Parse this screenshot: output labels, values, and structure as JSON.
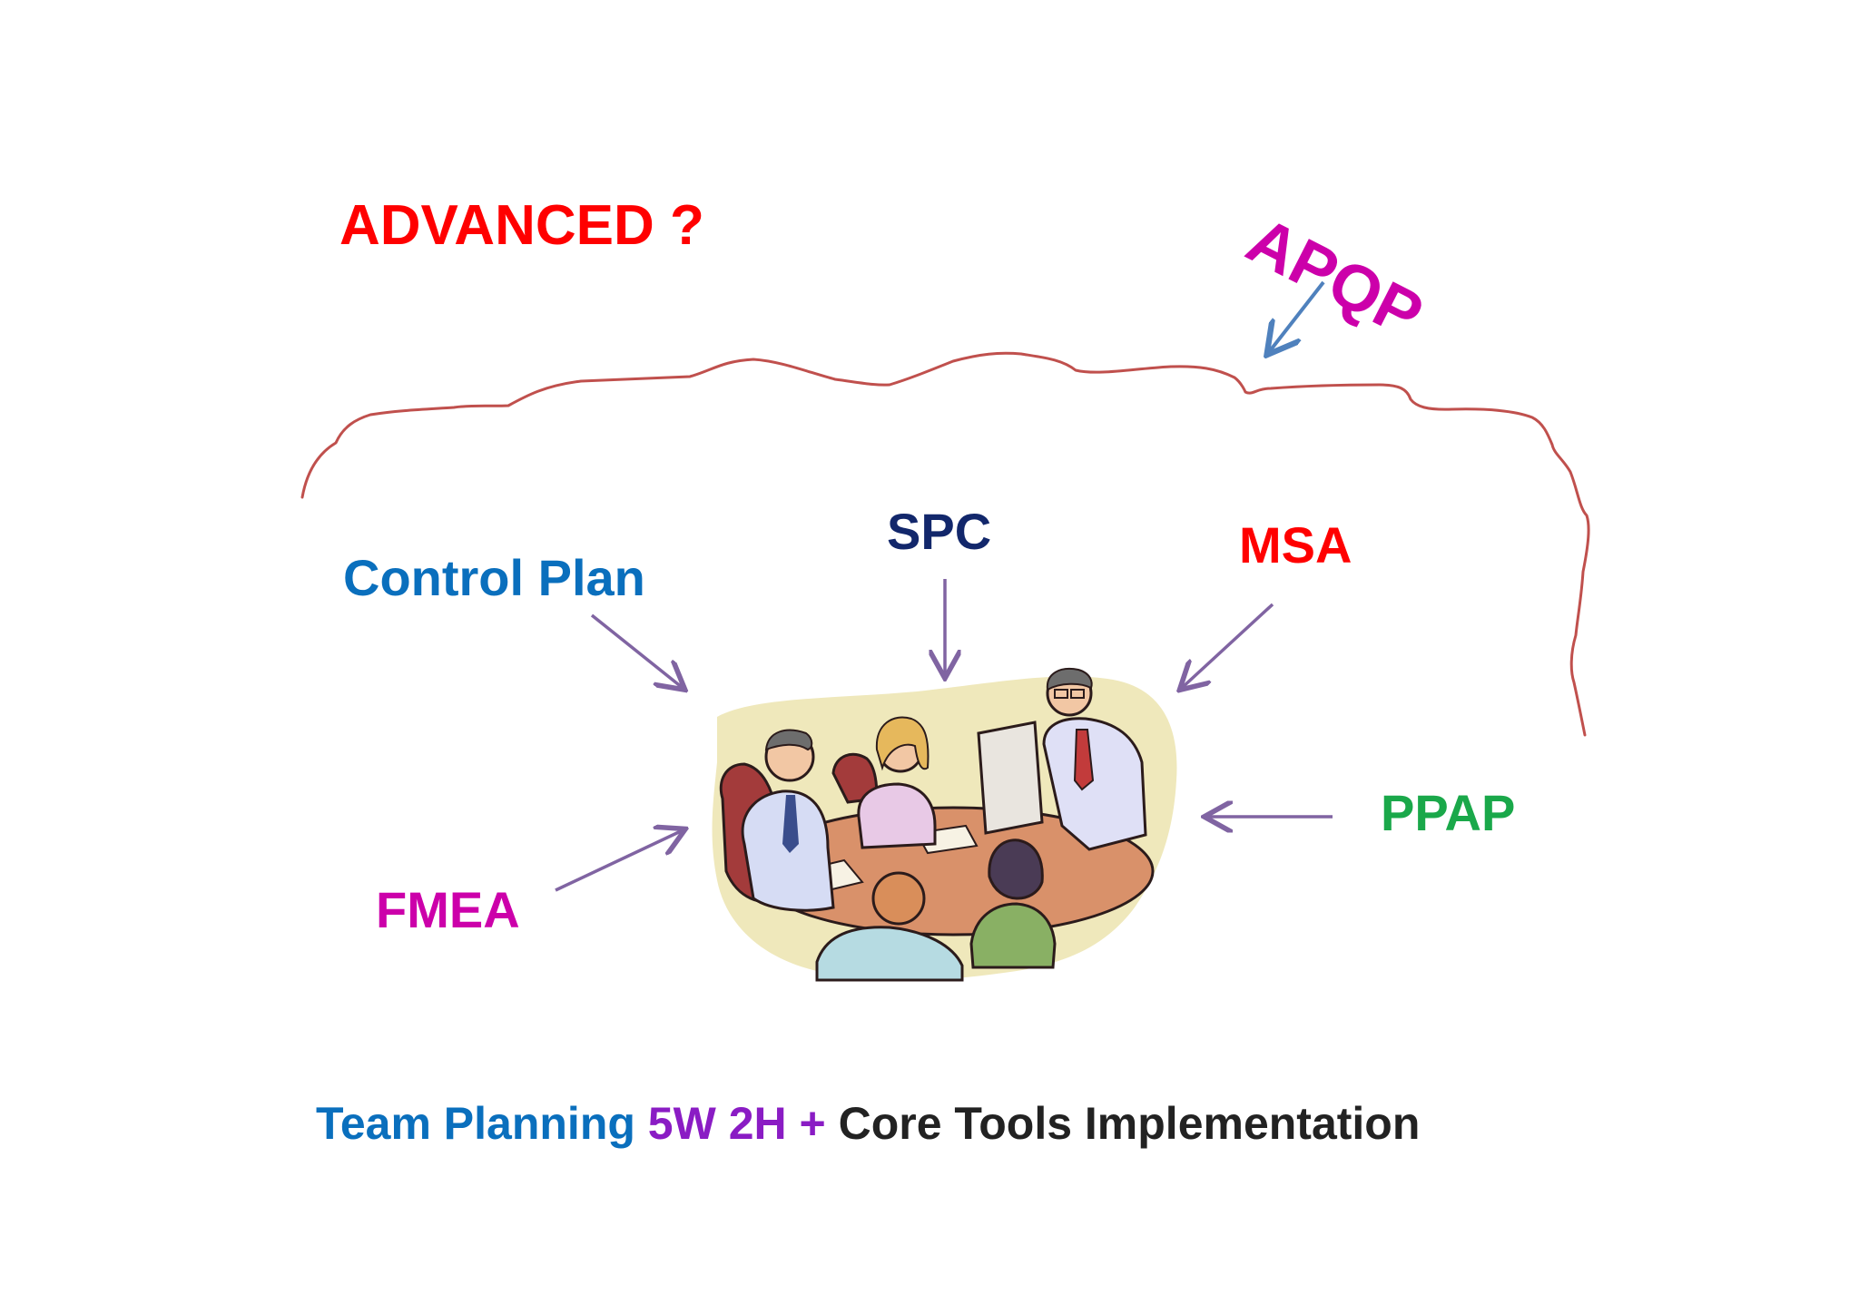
{
  "diagram": {
    "heading": {
      "text": "ADVANCED ?",
      "color": "#ff0000"
    },
    "apqp": {
      "text": "APQP",
      "color": "#cc00aa"
    },
    "tools": [
      {
        "key": "control_plan",
        "text": "Control Plan",
        "color": "#0a6fbd"
      },
      {
        "key": "spc",
        "text": "SPC",
        "color": "#12276b"
      },
      {
        "key": "msa",
        "text": "MSA",
        "color": "#ff0000"
      },
      {
        "key": "ppap",
        "text": "PPAP",
        "color": "#1aa84a"
      },
      {
        "key": "fmea",
        "text": "FMEA",
        "color": "#cc00aa"
      }
    ],
    "footer": {
      "part1": {
        "text": "Team Planning ",
        "color": "#0a6fbd"
      },
      "part2": {
        "text": "5W 2H + ",
        "color": "#8a1cc4"
      },
      "part3": {
        "text": "Core Tools Implementation",
        "color": "#222222"
      }
    },
    "image_subject": "team-meeting-clipart",
    "cloud_color": "#c0504d",
    "arrow_color": "#8064a2",
    "apqp_arrow_color": "#4f81bd"
  }
}
